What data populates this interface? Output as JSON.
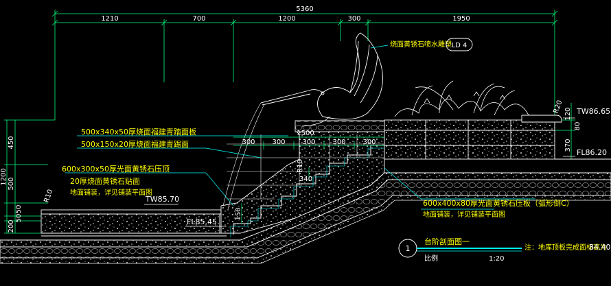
{
  "colors": {
    "background": "#000000",
    "dimension": "#00ff7f",
    "outline": "#ffffff",
    "note_text": "#ffff00",
    "hatch": "#bfbfbf",
    "accent": "#00ffff"
  },
  "dimensions_top": {
    "overall": "5360",
    "segments": [
      "1210",
      "700",
      "1200",
      "300",
      "1950"
    ]
  },
  "dimensions_left": [
    "1200",
    "450",
    "500",
    "200",
    "50",
    "50"
  ],
  "dimensions_right": [
    "120",
    "370",
    "80"
  ],
  "dimensions_steps": {
    "tread_total": "1500",
    "treads": [
      "300",
      "300",
      "300",
      "300",
      "300"
    ],
    "riser_340": "340",
    "riser_150": "150",
    "radius": "R10"
  },
  "callouts": {
    "sculpture": "烧面黄锈石喷水雕塑",
    "detail_ref": "LD 4",
    "paving_1": "500x340x50厚烧面福建青踏面板",
    "paving_2": "500x150x20厚烧面福建青踢面",
    "coping_1": "600x300x50厚光面黄锈石压顶",
    "coping_2": "20厚烧面黄锈石贴面",
    "coping_3": "地面铺装，详见铺装平面图",
    "slab_1": "600x400x80厚光面黄锈石压板（弧形倒C）",
    "slab_2": "地面铺装，详见铺装平面图",
    "radius_left": "R10",
    "radius_right": "R20"
  },
  "levels": {
    "tw_right": "TW86.65",
    "fl_right": "FL86.20",
    "tw_left": "TW85.70",
    "fl_left": "FL85.45",
    "fl_bottom": "84.40"
  },
  "title_block": {
    "number": "1",
    "name": "台阶剖面图一",
    "scale_label": "比例",
    "scale": "1:20",
    "note": "注：地库顶板完成面标高为"
  }
}
